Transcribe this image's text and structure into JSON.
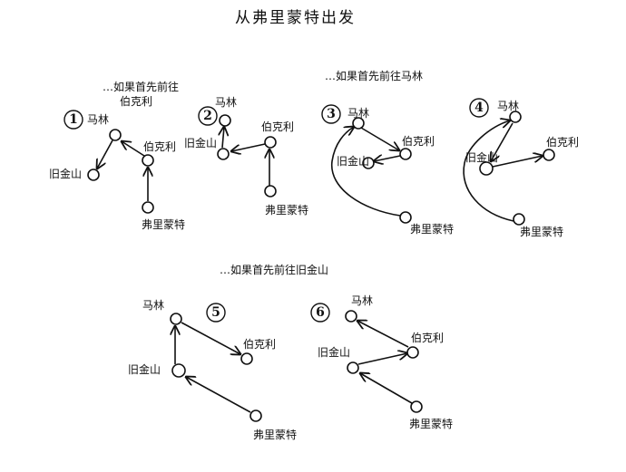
{
  "title": "从弗里蒙特出发",
  "sections": {
    "berkeley_first": [
      "…如果首先前往",
      "伯克利"
    ],
    "marin_first": "…如果首先前往马林",
    "sf_first": "…如果首先前往旧金山"
  },
  "graphs": [
    {
      "number": "1",
      "labels": {
        "marin": "马林",
        "berkeley": "伯克利",
        "sf": "旧金山",
        "fremont": "弗里蒙特"
      }
    },
    {
      "number": "2",
      "labels": {
        "marin": "马林",
        "berkeley": "伯克利",
        "sf": "旧金山",
        "fremont": "弗里蒙特"
      }
    },
    {
      "number": "3",
      "labels": {
        "marin": "马林",
        "berkeley": "伯克利",
        "sf": "旧金山",
        "fremont": "弗里蒙特"
      }
    },
    {
      "number": "4",
      "labels": {
        "marin": "马林",
        "berkeley": "伯克利",
        "sf": "旧金山",
        "fremont": "弗里蒙特"
      }
    },
    {
      "number": "5",
      "labels": {
        "marin": "马林",
        "berkeley": "伯克利",
        "sf": "旧金山",
        "fremont": "弗里蒙特"
      }
    },
    {
      "number": "6",
      "labels": {
        "marin": "马林",
        "berkeley": "伯克利",
        "sf": "旧金山",
        "fremont": "弗里蒙特"
      }
    }
  ]
}
